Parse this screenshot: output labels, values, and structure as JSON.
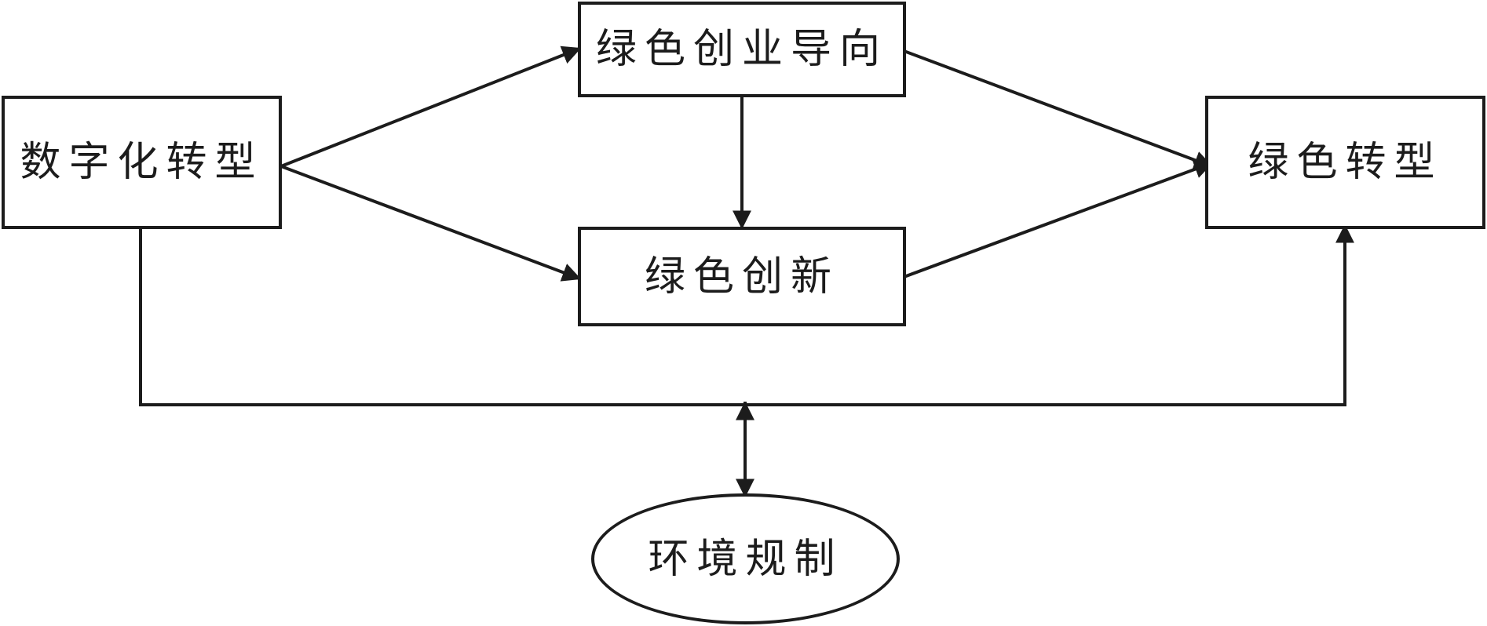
{
  "diagram": {
    "nodes": {
      "digital_transformation": "数字化转型",
      "green_entrepreneurship": "绿色创业导向",
      "green_innovation": "绿色创新",
      "green_transformation": "绿色转型",
      "environmental_regulation": "环境规制"
    },
    "colors": {
      "stroke": "#1c1c1c",
      "background": "#ffffff"
    }
  }
}
